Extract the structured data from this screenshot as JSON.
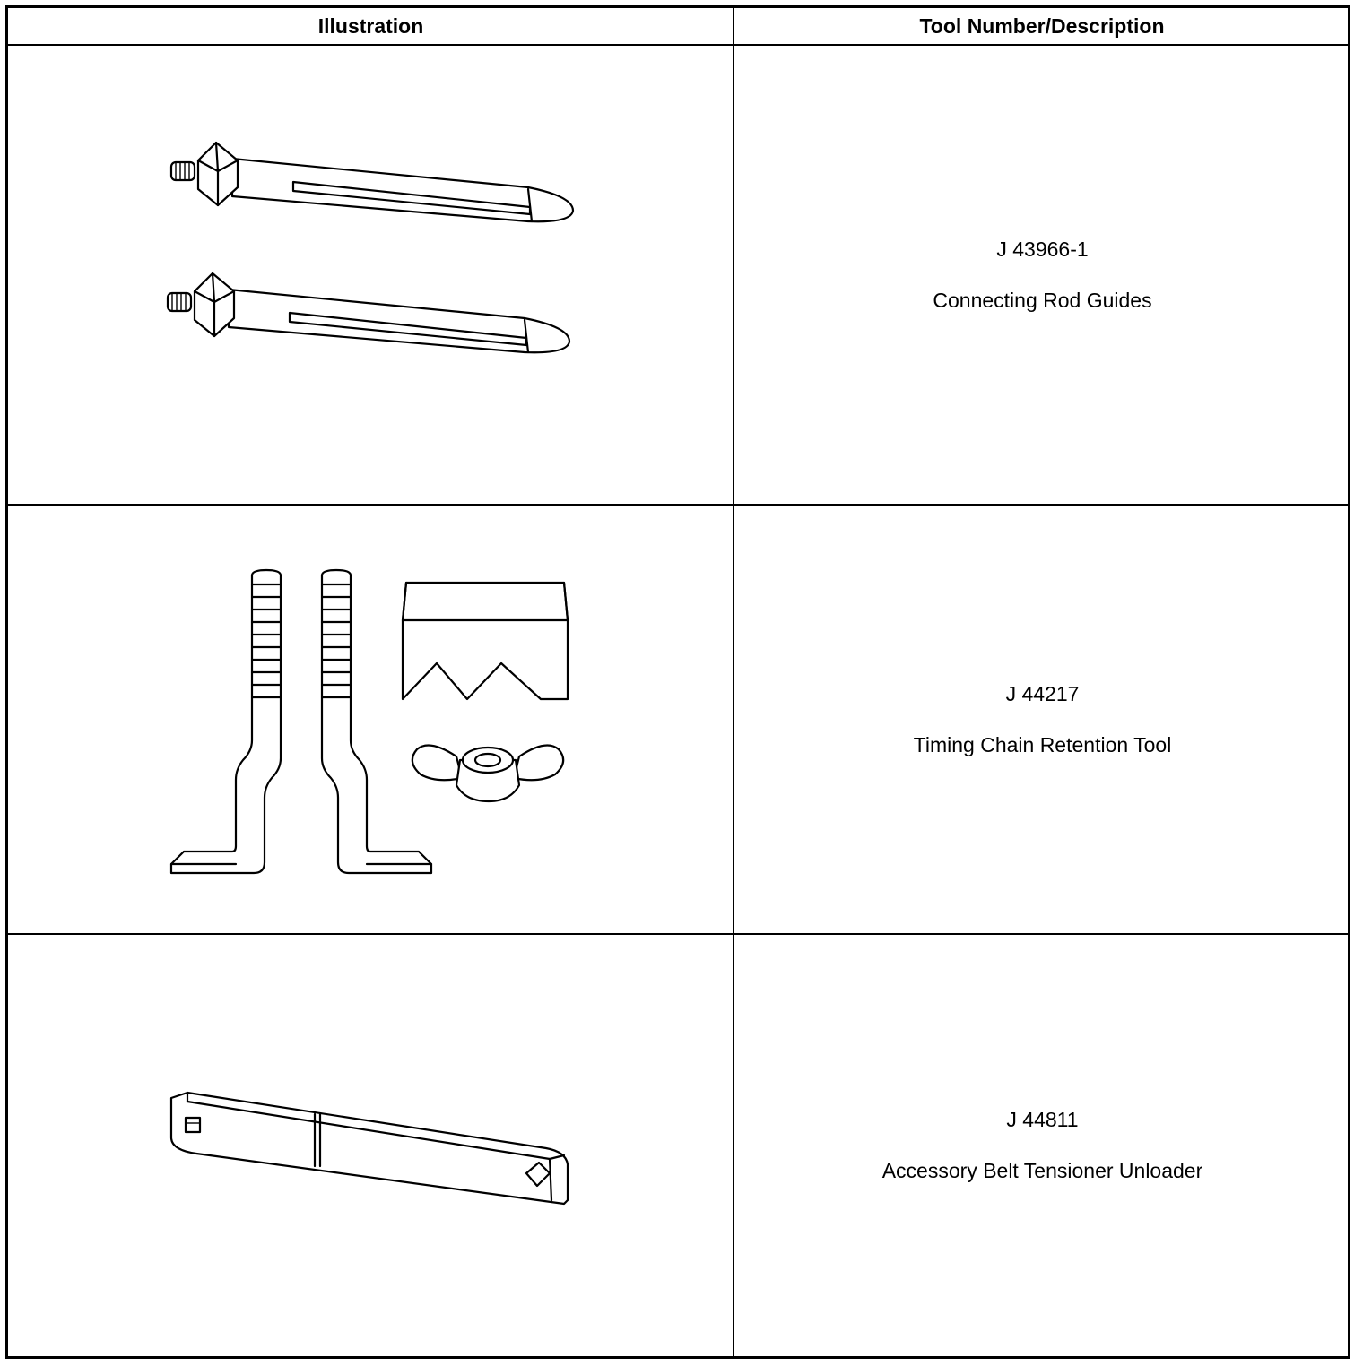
{
  "table": {
    "headers": {
      "illustration": "Illustration",
      "description": "Tool Number/Description"
    },
    "rows": [
      {
        "tool_number": "J 43966-1",
        "description": "Connecting Rod Guides",
        "illustration_icon": "connecting-rod-guides-icon"
      },
      {
        "tool_number": "J 44217",
        "description": "Timing Chain Retention Tool",
        "illustration_icon": "timing-chain-retention-tool-icon"
      },
      {
        "tool_number": "J 44811",
        "description": "Accessory Belt Tensioner Unloader",
        "illustration_icon": "accessory-belt-tensioner-unloader-icon"
      }
    ]
  }
}
